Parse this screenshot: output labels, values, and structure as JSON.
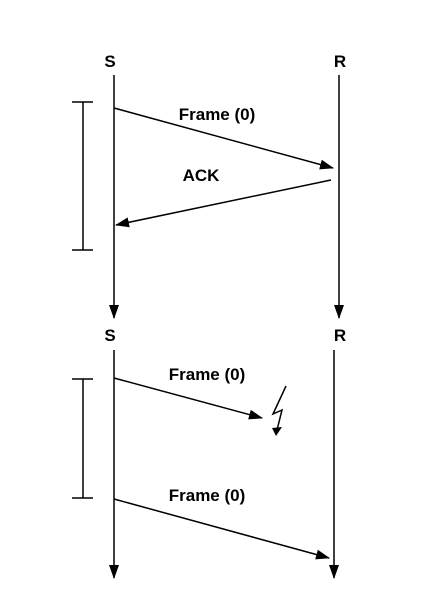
{
  "diagram": {
    "top": {
      "sender_label": "S",
      "receiver_label": "R",
      "frame_label": "Frame (0)",
      "ack_label": "ACK"
    },
    "bottom": {
      "sender_label": "S",
      "receiver_label": "R",
      "lost_frame_label": "Frame (0)",
      "retransmit_label": "Frame (0)"
    }
  }
}
